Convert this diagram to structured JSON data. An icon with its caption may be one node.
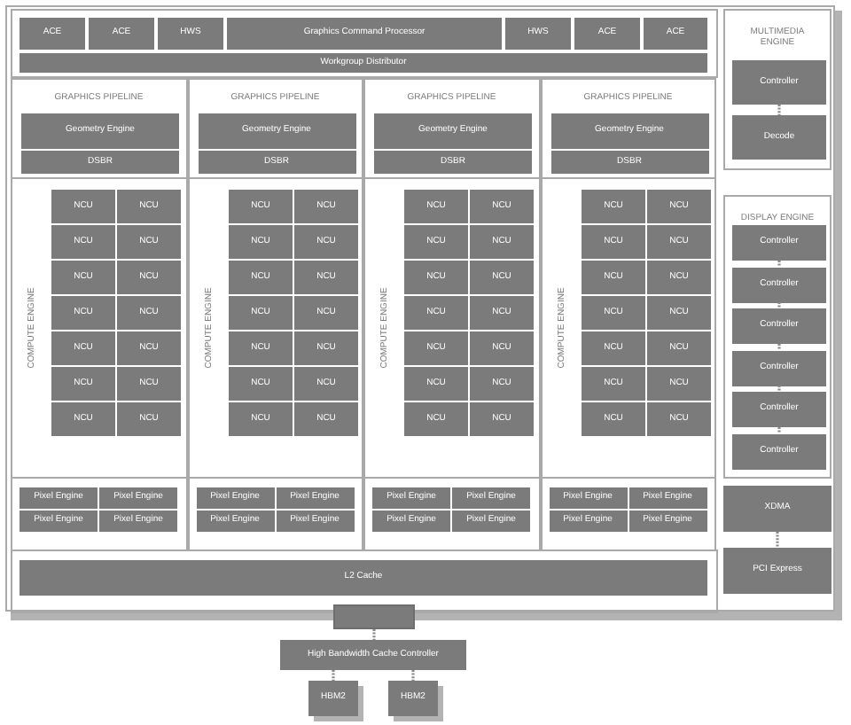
{
  "diagram": {
    "nodes": [
      {
        "text": [
          "ACE"
        ]
      },
      {
        "text": [
          "ACE"
        ]
      },
      {
        "text": [
          "HWS"
        ]
      },
      {
        "text": [
          "Graphics Command Processor"
        ]
      },
      {
        "text": [
          "HWS"
        ]
      },
      {
        "text": [
          "ACE"
        ]
      },
      {
        "text": [
          "ACE"
        ]
      },
      {
        "text": [
          "Workgroup Distributor"
        ]
      },
      {
        "text": [
          "MULTIMEDIA ENGINE"
        ]
      },
      {
        "text": [
          "Controller"
        ],
        "in": 8
      },
      {
        "text": [
          "Decode"
        ],
        "in": 8
      },
      {
        "text": [
          "GRAPHICS PIPELINE"
        ]
      },
      {
        "text": [
          "Geometry Engine"
        ],
        "in": 11
      },
      {
        "text": [
          "DSBR"
        ],
        "in": 11
      },
      {
        "text": [
          "GRAPHICS PIPELINE"
        ]
      },
      {
        "text": [
          "Geometry Engine"
        ],
        "in": 14
      },
      {
        "text": [
          "DSBR"
        ],
        "in": 14
      },
      {
        "text": [
          "GRAPHICS PIPELINE"
        ]
      },
      {
        "text": [
          "Geometry Engine"
        ],
        "in": 17
      },
      {
        "text": [
          "DSBR"
        ],
        "in": 17
      },
      {
        "text": [
          "GRAPHICS PIPELINE"
        ]
      },
      {
        "text": [
          "Geometry Engine"
        ],
        "in": 20
      },
      {
        "text": [
          "DSBR"
        ],
        "in": 20
      },
      {
        "text": [
          "COMPUTE ENGINE"
        ]
      },
      {
        "text": [
          "NCU"
        ],
        "in": 23
      },
      {
        "text": [
          "NCU"
        ],
        "in": 23
      },
      {
        "text": [
          "NCU"
        ],
        "in": 23
      },
      {
        "text": [
          "NCU"
        ],
        "in": 23
      },
      {
        "text": [
          "NCU"
        ],
        "in": 23
      },
      {
        "text": [
          "NCU"
        ],
        "in": 23
      },
      {
        "text": [
          "NCU"
        ],
        "in": 23
      },
      {
        "text": [
          "NCU"
        ],
        "in": 23
      },
      {
        "text": [
          "NCU"
        ],
        "in": 23
      },
      {
        "text": [
          "NCU"
        ],
        "in": 23
      },
      {
        "text": [
          "NCU"
        ],
        "in": 23
      },
      {
        "text": [
          "NCU"
        ],
        "in": 23
      },
      {
        "text": [
          "NCU"
        ],
        "in": 23
      },
      {
        "text": [
          "NCU"
        ],
        "in": 23
      },
      {
        "text": [
          "COMPUTE ENGINE"
        ]
      },
      {
        "text": [
          "NCU"
        ],
        "in": 38
      },
      {
        "text": [
          "NCU"
        ],
        "in": 38
      },
      {
        "text": [
          "NCU"
        ],
        "in": 38
      },
      {
        "text": [
          "NCU"
        ],
        "in": 38
      },
      {
        "text": [
          "NCU"
        ],
        "in": 38
      },
      {
        "text": [
          "NCU"
        ],
        "in": 38
      },
      {
        "text": [
          "NCU"
        ],
        "in": 38
      },
      {
        "text": [
          "NCU"
        ],
        "in": 38
      },
      {
        "text": [
          "NCU"
        ],
        "in": 38
      },
      {
        "text": [
          "NCU"
        ],
        "in": 38
      },
      {
        "text": [
          "NCU"
        ],
        "in": 38
      },
      {
        "text": [
          "NCU"
        ],
        "in": 38
      },
      {
        "text": [
          "NCU"
        ],
        "in": 38
      },
      {
        "text": [
          "NCU"
        ],
        "in": 38
      },
      {
        "text": [
          "COMPUTE ENGINE"
        ]
      },
      {
        "text": [
          "NCU"
        ],
        "in": 53
      },
      {
        "text": [
          "NCU"
        ],
        "in": 53
      },
      {
        "text": [
          "NCU"
        ],
        "in": 53
      },
      {
        "text": [
          "NCU"
        ],
        "in": 53
      },
      {
        "text": [
          "NCU"
        ],
        "in": 53
      },
      {
        "text": [
          "NCU"
        ],
        "in": 53
      },
      {
        "text": [
          "NCU"
        ],
        "in": 53
      },
      {
        "text": [
          "NCU"
        ],
        "in": 53
      },
      {
        "text": [
          "NCU"
        ],
        "in": 53
      },
      {
        "text": [
          "NCU"
        ],
        "in": 53
      },
      {
        "text": [
          "NCU"
        ],
        "in": 53
      },
      {
        "text": [
          "NCU"
        ],
        "in": 53
      },
      {
        "text": [
          "NCU"
        ],
        "in": 53
      },
      {
        "text": [
          "NCU"
        ],
        "in": 53
      },
      {
        "text": [
          "COMPUTE ENGINE"
        ]
      },
      {
        "text": [
          "NCU"
        ],
        "in": 68
      },
      {
        "text": [
          "NCU"
        ],
        "in": 68
      },
      {
        "text": [
          "NCU"
        ],
        "in": 68
      },
      {
        "text": [
          "NCU"
        ],
        "in": 68
      },
      {
        "text": [
          "NCU"
        ],
        "in": 68
      },
      {
        "text": [
          "NCU"
        ],
        "in": 68
      },
      {
        "text": [
          "NCU"
        ],
        "in": 68
      },
      {
        "text": [
          "NCU"
        ],
        "in": 68
      },
      {
        "text": [
          "NCU"
        ],
        "in": 68
      },
      {
        "text": [
          "NCU"
        ],
        "in": 68
      },
      {
        "text": [
          "NCU"
        ],
        "in": 68
      },
      {
        "text": [
          "NCU"
        ],
        "in": 68
      },
      {
        "text": [
          "NCU"
        ],
        "in": 68
      },
      {
        "text": [
          "NCU"
        ],
        "in": 68
      },
      {
        "text": [
          "DISPLAY ENGINE"
        ]
      },
      {
        "text": [
          "Controller"
        ],
        "in": 83
      },
      {
        "text": [
          "Controller"
        ],
        "in": 83
      },
      {
        "text": [
          "Controller"
        ],
        "in": 83
      },
      {
        "text": [
          "Controller"
        ],
        "in": 83
      },
      {
        "text": [
          "Controller"
        ],
        "in": 83
      },
      {
        "text": [
          "Controller"
        ],
        "in": 83
      },
      {
        "text": [
          "Pixel Engine"
        ]
      },
      {
        "text": [
          "Pixel Engine"
        ]
      },
      {
        "text": [
          "Pixel Engine"
        ]
      },
      {
        "text": [
          "Pixel Engine"
        ]
      },
      {
        "text": [
          "Pixel Engine"
        ]
      },
      {
        "text": [
          "Pixel Engine"
        ]
      },
      {
        "text": [
          "Pixel Engine"
        ]
      },
      {
        "text": [
          "Pixel Engine"
        ]
      },
      {
        "text": [
          "Pixel Engine"
        ]
      },
      {
        "text": [
          "Pixel Engine"
        ]
      },
      {
        "text": [
          "Pixel Engine"
        ]
      },
      {
        "text": [
          "Pixel Engine"
        ]
      },
      {
        "text": [
          "Pixel Engine"
        ]
      },
      {
        "text": [
          "Pixel Engine"
        ]
      },
      {
        "text": [
          "Pixel Engine"
        ]
      },
      {
        "text": [
          "Pixel Engine"
        ]
      },
      {
        "text": [
          "XDMA"
        ]
      },
      {
        "text": [
          "L2 Cache"
        ]
      },
      {
        "text": [
          "PCI Express"
        ]
      },
      {
        "text": [],
        "shape": "box"
      },
      {
        "text": [
          "High Bandwidth Cache Controller"
        ]
      },
      {
        "text": [
          "HBM2"
        ]
      },
      {
        "text": [
          "HBM2"
        ]
      }
    ],
    "edges": [
      {
        "from": 9,
        "to": 10,
        "arrow": "none",
        "style": "dashed"
      },
      {
        "from": 84,
        "to": 85,
        "arrow": "none",
        "style": "dashed"
      },
      {
        "from": 85,
        "to": 86,
        "arrow": "none",
        "style": "dashed"
      },
      {
        "from": 86,
        "to": 87,
        "arrow": "none",
        "style": "dashed"
      },
      {
        "from": 87,
        "to": 88,
        "arrow": "none",
        "style": "dashed"
      },
      {
        "from": 88,
        "to": 89,
        "arrow": "none",
        "style": "dashed"
      },
      {
        "from": 106,
        "to": 108,
        "arrow": "none",
        "style": "dashed"
      },
      {
        "from": 109,
        "to": 110,
        "arrow": "none",
        "style": "dashed"
      },
      {
        "from": 110,
        "to": 111,
        "arrow": "none",
        "style": "dashed"
      },
      {
        "from": 110,
        "to": 112,
        "arrow": "none",
        "style": "dashed"
      }
    ]
  }
}
